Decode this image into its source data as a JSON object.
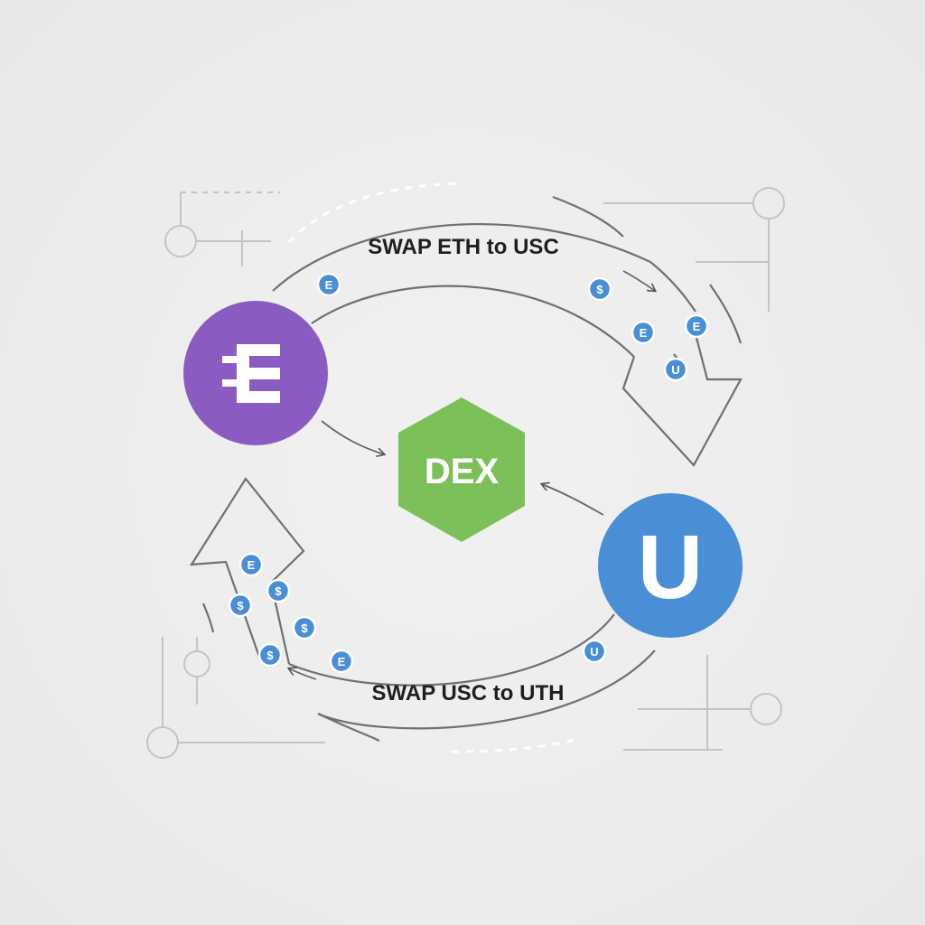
{
  "diagram": {
    "top_swap_label": "SWAP ETH to USC",
    "bottom_swap_label": "SWAP USC to UTH",
    "nodes": {
      "eth": {
        "glyph": "E",
        "color": "#8a5cc2"
      },
      "dex": {
        "label": "DEX",
        "color": "#7cc05a"
      },
      "usc": {
        "glyph": "U",
        "color": "#4a8fd6"
      }
    },
    "coin_color": "#4a8fd6",
    "coins": {
      "top_1": "E",
      "top_2": "$",
      "top_3": "E",
      "top_4": "E",
      "top_5": "U",
      "bottom_1": "E",
      "bottom_2": "$",
      "bottom_3": "$",
      "bottom_4": "$",
      "bottom_5": "$",
      "bottom_6": "E",
      "bottom_7": "U"
    }
  }
}
